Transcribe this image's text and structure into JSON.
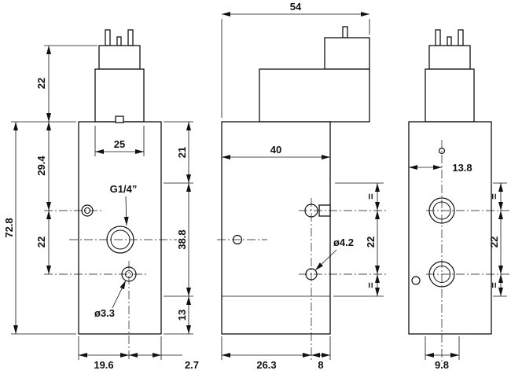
{
  "colors": {
    "background": "#ffffff",
    "line": "#111111"
  },
  "views": {
    "front": {
      "dims": {
        "coil_height": "22",
        "body_to_port": "29.4",
        "port_spacing": "22",
        "total_height": "72.8",
        "coil_width": "25",
        "top_section": "21",
        "mid_section": "38.8",
        "bottom_section": "13",
        "edge_to_hole": "19.6",
        "hole_to_edge": "2.7"
      },
      "labels": {
        "port_thread": "G1/4”",
        "hole_diameter": "ø3.3"
      }
    },
    "side": {
      "dims": {
        "overall_depth": "54",
        "body_depth": "40",
        "equal_top": "=",
        "port_spacing": "22",
        "equal_bottom": "=",
        "edge_to_hole": "26.3",
        "hole_to_edge": "8"
      },
      "labels": {
        "hole_diameter": "ø4.2"
      }
    },
    "rear": {
      "dims": {
        "center_offset": "13.8",
        "equal_top": "=",
        "port_spacing": "22",
        "equal_bottom": "=",
        "bottom_offset": "9.8"
      }
    }
  }
}
